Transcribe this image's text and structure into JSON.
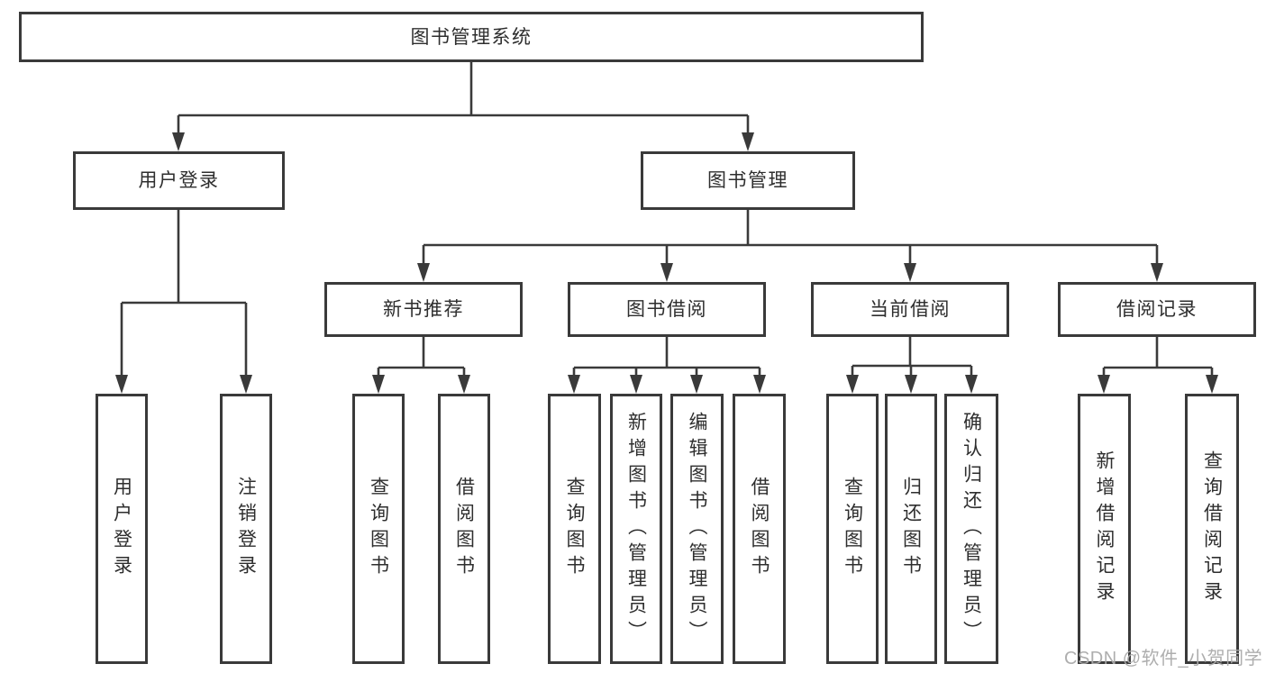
{
  "tree": {
    "root": "图书管理系统",
    "branches": [
      {
        "label": "用户登录",
        "children": [
          "用户登录",
          "注销登录"
        ]
      },
      {
        "label": "图书管理",
        "groups": [
          {
            "label": "新书推荐",
            "children": [
              "查询图书",
              "借阅图书"
            ]
          },
          {
            "label": "图书借阅",
            "children": [
              "查询图书",
              "新增图书（管理员）",
              "编辑图书（管理员）",
              "借阅图书"
            ]
          },
          {
            "label": "当前借阅",
            "children": [
              "查询图书",
              "归还图书",
              "确认归还（管理员）"
            ]
          },
          {
            "label": "借阅记录",
            "children": [
              "新增借阅记录",
              "查询借阅记录"
            ]
          }
        ]
      }
    ]
  },
  "watermark": "CSDN @软件_小贺同学",
  "colors": {
    "line": "#3a3a3a",
    "text": "#2e2e2e",
    "background": "#ffffff",
    "watermark": "#aaaaaa"
  }
}
